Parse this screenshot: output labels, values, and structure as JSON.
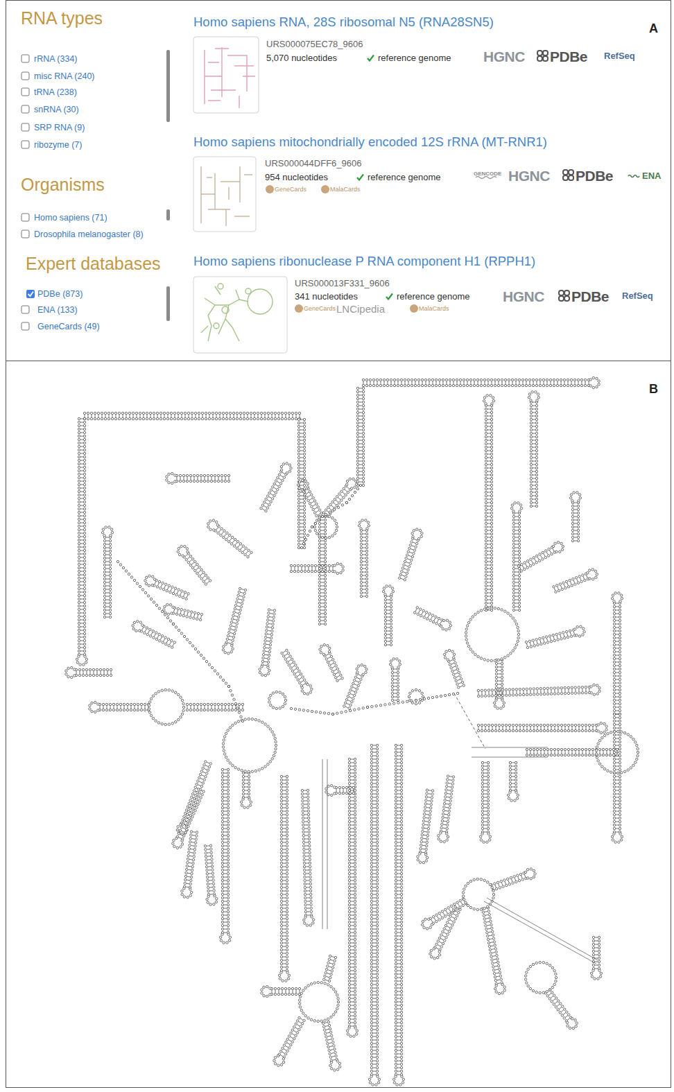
{
  "diagram": {
    "nodes": [
      {
        "text": [
          "A"
        ]
      },
      {
        "text": [
          "B"
        ]
      }
    ],
    "labels": [
      "RNA types",
      "rRNA (334)",
      "misc RNA (240)",
      "tRNA (238)",
      "snRNA (30)",
      "SRP RNA (9)",
      "ribozyme (7)",
      "Organisms",
      "Homo sapiens (71)",
      "Drosophila melanogaster (8)",
      "Expert databases",
      "PDBe (873)",
      "ENA (133)",
      "GeneCards (49)",
      "Homo sapiens RNA, 28S ribosomal N5 (RNA28SN5)",
      "URS000075EC78_9606",
      "5,070 nucleotides",
      "reference genome",
      "HGNC",
      "PDBe",
      "RefSeq",
      "Homo sapiens mitochondrially encoded 12S rRNA (MT-RNR1)",
      "URS000044DFF6_9606",
      "954 nucleotides",
      "reference genome",
      "GENCODE",
      "HGNC",
      "PDBe",
      "ENA",
      "GeneCards",
      "MalaCards",
      "Homo sapiens ribonuclease P RNA component H1 (RPPH1)",
      "URS000013F331_9606",
      "341 nucleotides",
      "reference genome",
      "HGNC",
      "PDBe",
      "RefSeq",
      "GeneCards",
      "LNCipedia",
      "MalaCards"
    ]
  }
}
